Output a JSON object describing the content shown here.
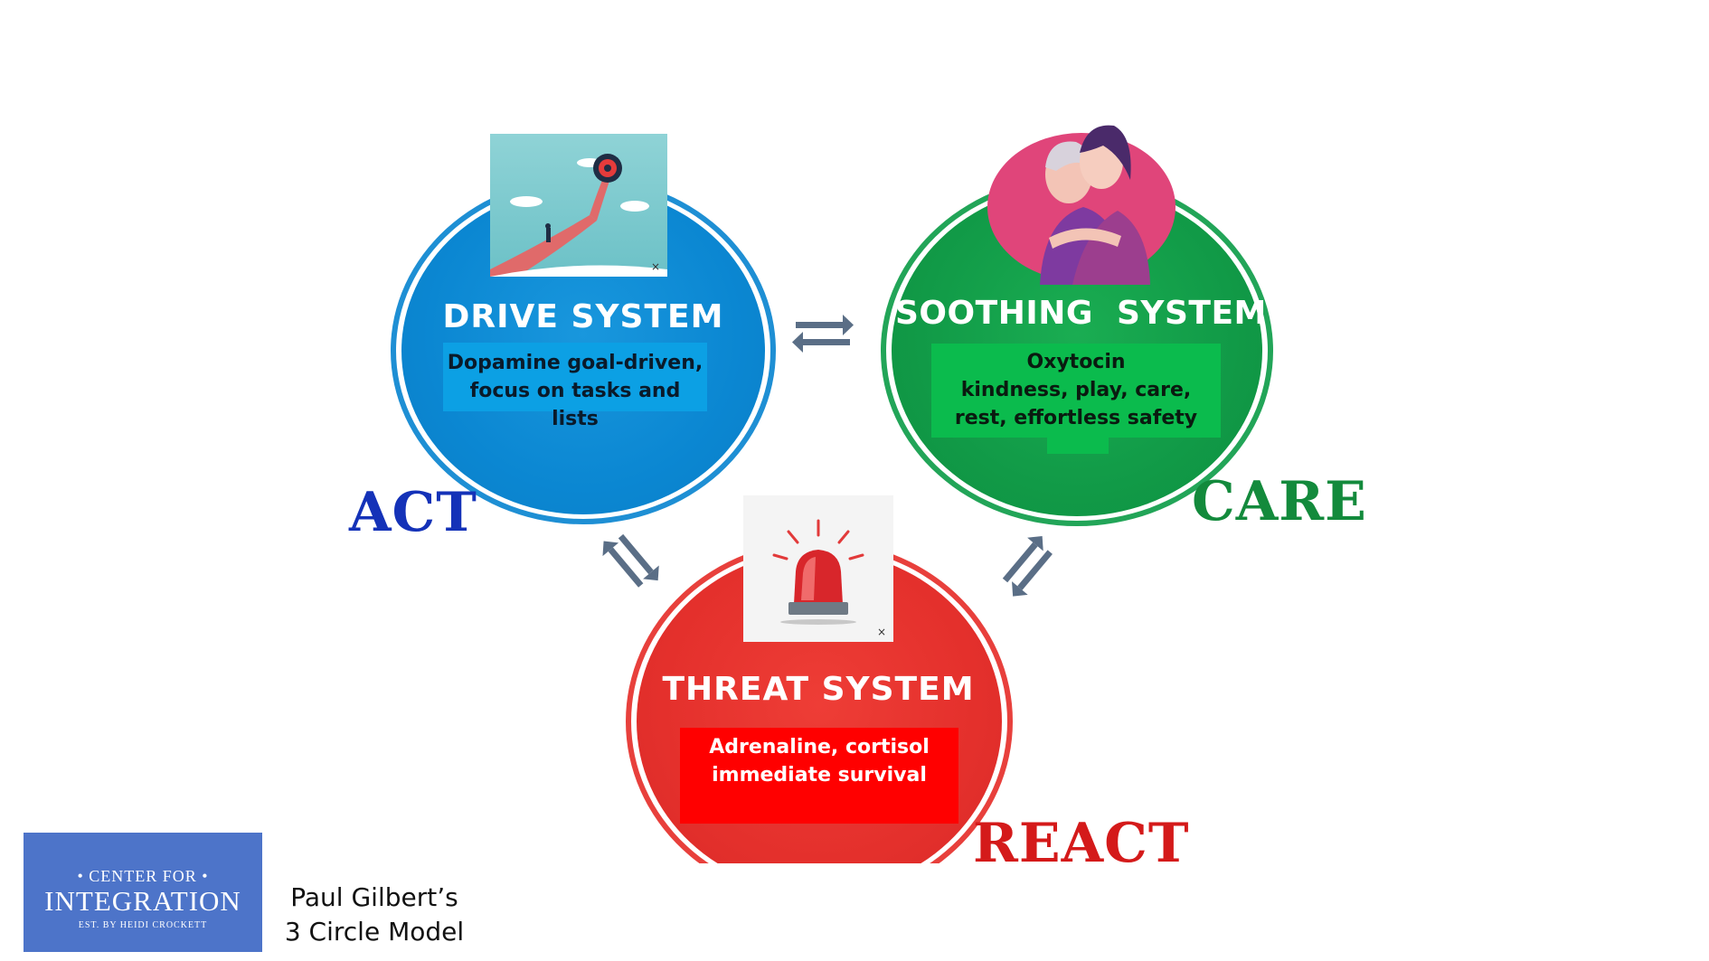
{
  "drive": {
    "title": "DRIVE SYSTEM",
    "line1": "Dopamine goal-driven,",
    "line2": "focus on tasks and lists",
    "word": "ACT",
    "circle_color": "#0d8bd6",
    "label_color": "#1432b8"
  },
  "soothing": {
    "title": "SOOTHING  SYSTEM",
    "line1": "Oxytocin",
    "line2": "kindness, play, care,",
    "line3": "rest, effortless safety",
    "word": "CARE",
    "circle_color": "#13a24c",
    "label_color": "#138a3c"
  },
  "threat": {
    "title": "THREAT SYSTEM",
    "line1": "Adrenaline, cortisol",
    "line2": "immediate survival",
    "word": "REACT",
    "circle_color": "#e7322f",
    "label_color": "#d41a1a"
  },
  "icons": {
    "drive_image": "target-road-runner-icon",
    "soothing_image": "hugging-people-icon",
    "threat_image": "siren-alarm-icon",
    "arrows": "exchange-arrows-icon"
  },
  "logo": {
    "line1": "• CENTER FOR •",
    "line2": "INTEGRATION",
    "line3": "EST. BY HEIDI CROCKETT"
  },
  "caption": {
    "line1": "Paul Gilbert’s",
    "line2": "3 Circle Model"
  },
  "close_glyph": "×"
}
